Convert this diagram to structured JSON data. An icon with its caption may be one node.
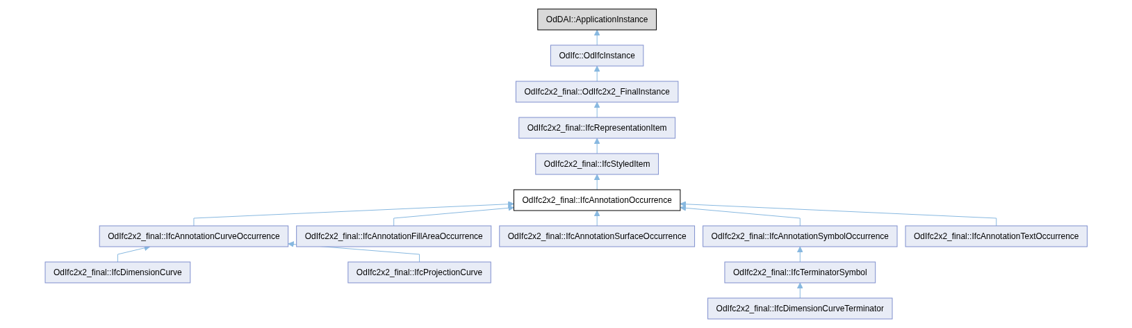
{
  "diagram": {
    "nodes": [
      {
        "text": [
          "OdDAI::ApplicationInstance"
        ]
      },
      {
        "text": [
          "OdIfc::OdIfcInstance"
        ]
      },
      {
        "text": [
          "OdIfc2x2_final::OdIfc2x2_FinalInstance"
        ]
      },
      {
        "text": [
          "OdIfc2x2_final::IfcRepresentationItem"
        ]
      },
      {
        "text": [
          "OdIfc2x2_final::IfcStyledItem"
        ]
      },
      {
        "text": [
          "OdIfc2x2_final::IfcAnnotationOccurrence"
        ]
      },
      {
        "text": [
          "OdIfc2x2_final::IfcAnnotationCurveOccurrence"
        ]
      },
      {
        "text": [
          "OdIfc2x2_final::IfcAnnotationFillAreaOccurrence"
        ]
      },
      {
        "text": [
          "OdIfc2x2_final::IfcAnnotationSurfaceOccurrence"
        ]
      },
      {
        "text": [
          "OdIfc2x2_final::IfcAnnotationSymbolOccurrence"
        ]
      },
      {
        "text": [
          "OdIfc2x2_final::IfcAnnotationTextOccurrence"
        ]
      },
      {
        "text": [
          "OdIfc2x2_final::IfcDimensionCurve"
        ]
      },
      {
        "text": [
          "OdIfc2x2_final::IfcProjectionCurve"
        ]
      },
      {
        "text": [
          "OdIfc2x2_final::IfcTerminatorSymbol"
        ]
      },
      {
        "text": [
          "OdIfc2x2_final::IfcDimensionCurveTerminator"
        ]
      }
    ],
    "edges": [
      {
        "from": 1,
        "to": 0,
        "arrow": "to"
      },
      {
        "from": 2,
        "to": 1,
        "arrow": "to"
      },
      {
        "from": 3,
        "to": 2,
        "arrow": "to"
      },
      {
        "from": 4,
        "to": 3,
        "arrow": "to"
      },
      {
        "from": 5,
        "to": 4,
        "arrow": "to"
      },
      {
        "from": 6,
        "to": 5,
        "arrow": "to"
      },
      {
        "from": 7,
        "to": 5,
        "arrow": "to"
      },
      {
        "from": 8,
        "to": 5,
        "arrow": "to"
      },
      {
        "from": 9,
        "to": 5,
        "arrow": "to"
      },
      {
        "from": 10,
        "to": 5,
        "arrow": "to"
      },
      {
        "from": 11,
        "to": 6,
        "arrow": "to"
      },
      {
        "from": 12,
        "to": 6,
        "arrow": "to"
      },
      {
        "from": 13,
        "to": 9,
        "arrow": "to"
      },
      {
        "from": 14,
        "to": 13,
        "arrow": "to"
      }
    ]
  }
}
